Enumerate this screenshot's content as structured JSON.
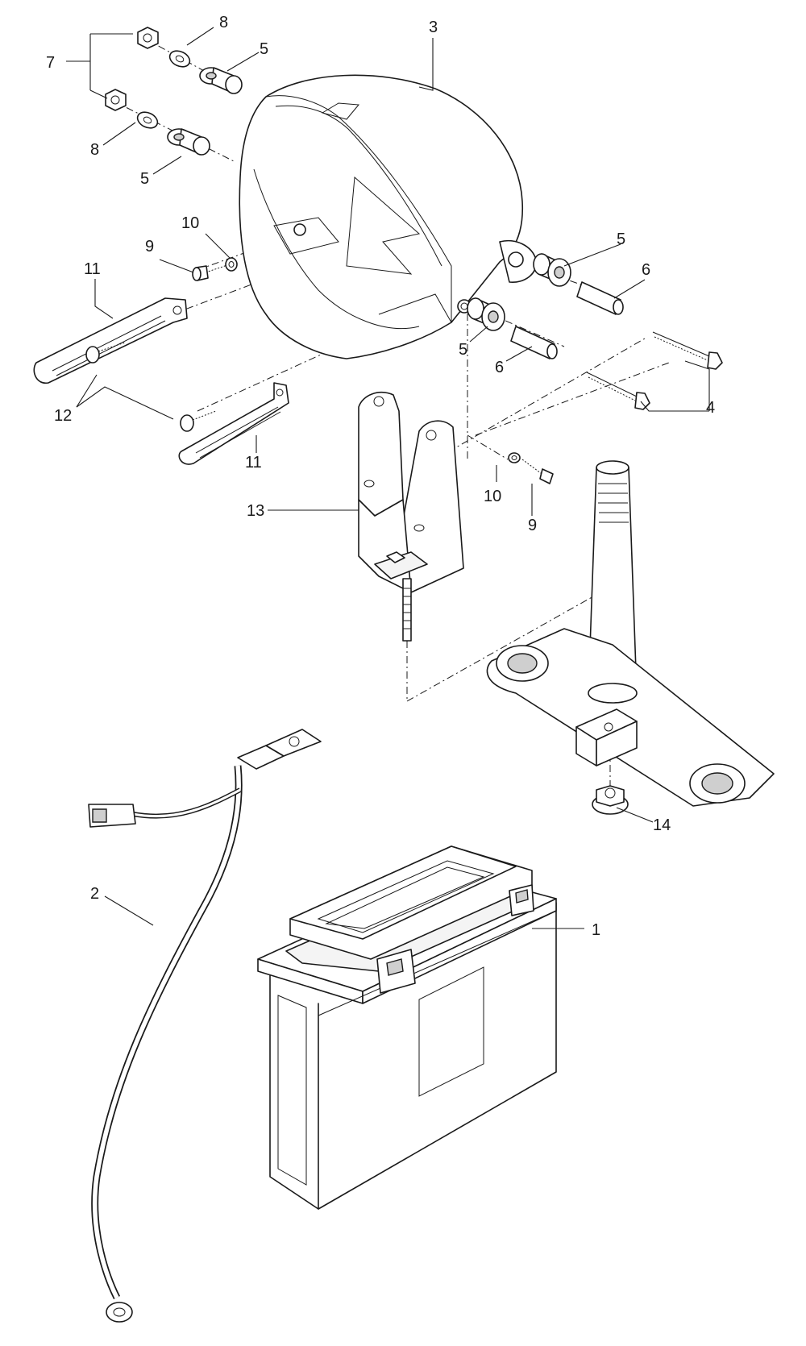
{
  "callouts": [
    {
      "id": "c7",
      "label": "7"
    },
    {
      "id": "c8a",
      "label": "8"
    },
    {
      "id": "c5a",
      "label": "5"
    },
    {
      "id": "c3",
      "label": "3"
    },
    {
      "id": "c8b",
      "label": "8"
    },
    {
      "id": "c5b",
      "label": "5"
    },
    {
      "id": "c10a",
      "label": "10"
    },
    {
      "id": "c9a",
      "label": "9"
    },
    {
      "id": "c11a",
      "label": "11"
    },
    {
      "id": "c5c",
      "label": "5"
    },
    {
      "id": "c6a",
      "label": "6"
    },
    {
      "id": "c5d",
      "label": "5"
    },
    {
      "id": "c6b",
      "label": "6"
    },
    {
      "id": "c4",
      "label": "4"
    },
    {
      "id": "c12",
      "label": "12"
    },
    {
      "id": "c11b",
      "label": "11"
    },
    {
      "id": "c13",
      "label": "13"
    },
    {
      "id": "c10b",
      "label": "10"
    },
    {
      "id": "c9b",
      "label": "9"
    },
    {
      "id": "c14",
      "label": "14"
    },
    {
      "id": "c2",
      "label": "2"
    },
    {
      "id": "c1",
      "label": "1"
    }
  ]
}
